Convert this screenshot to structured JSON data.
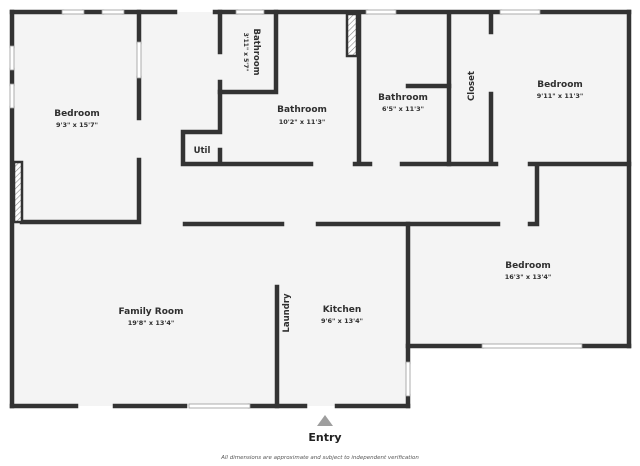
{
  "plan": {
    "colors": {
      "floor": "#f4f4f4",
      "wall": "#333333",
      "window": "#ffffff",
      "window_line": "#9a9a9a",
      "entry_marker": "#9e9e9e",
      "background": "#ffffff"
    },
    "rooms": [
      {
        "id": "bedroom-nw",
        "name": "Bedroom",
        "dims": "9'3\" x 15'7\""
      },
      {
        "id": "bathroom-small",
        "name": "Bathroom",
        "dims": "3'11\" x 5'7\""
      },
      {
        "id": "bathroom-center",
        "name": "Bathroom",
        "dims": "10'2\" x 11'3\""
      },
      {
        "id": "util",
        "name": "Util",
        "dims": ""
      },
      {
        "id": "bathroom-ne",
        "name": "Bathroom",
        "dims": "6'5\" x 11'3\""
      },
      {
        "id": "closet",
        "name": "Closet",
        "dims": ""
      },
      {
        "id": "bedroom-ne",
        "name": "Bedroom",
        "dims": "9'11\" x 11'3\""
      },
      {
        "id": "bedroom-se",
        "name": "Bedroom",
        "dims": "16'3\" x 13'4\""
      },
      {
        "id": "family-room",
        "name": "Family Room",
        "dims": "19'8\" x 13'4\""
      },
      {
        "id": "laundry",
        "name": "Laundry",
        "dims": ""
      },
      {
        "id": "kitchen",
        "name": "Kitchen",
        "dims": "9'6\" x 13'4\""
      }
    ],
    "entry": {
      "label": "Entry",
      "icon": "triangle-up-icon"
    },
    "disclaimer": "All dimensions are approximate and subject to independent verification"
  }
}
